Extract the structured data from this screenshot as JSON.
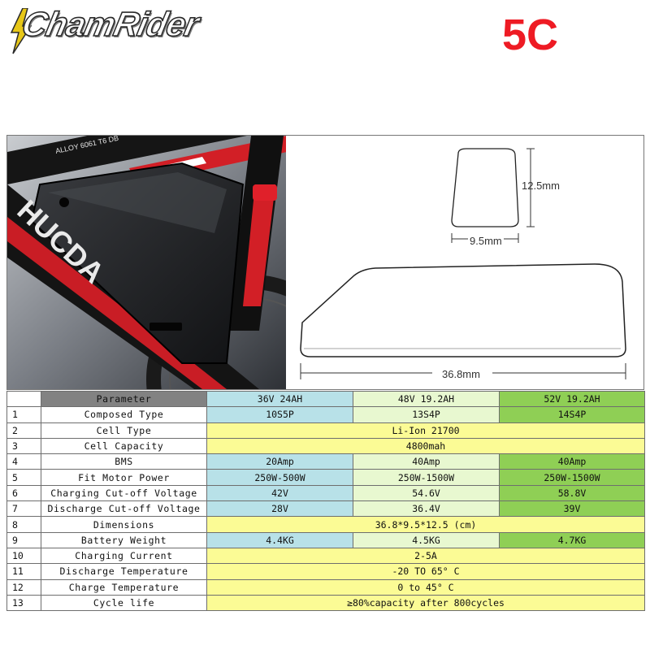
{
  "brand": {
    "logo_text": "ChamRider"
  },
  "badge": "5C",
  "dimensions": {
    "height": "12.5mm",
    "width": "9.5mm",
    "length": "36.8mm"
  },
  "colors": {
    "badge": "#ee1b24",
    "blue": "#b8e1e8",
    "light_green": "#e8f8d0",
    "green": "#8fcf55",
    "yellow": "#fbfb95",
    "header_gray": "#828282"
  },
  "table": {
    "header": {
      "param": "Parameter",
      "c1": "36V 24AH",
      "c2": "48V 19.2AH",
      "c3": "52V 19.2AH"
    },
    "rows": [
      {
        "num": "1",
        "param": "Composed Type",
        "c1": "10S5P",
        "c2": "13S4P",
        "c3": "14S4P"
      },
      {
        "num": "2",
        "param": "Cell Type",
        "all": "Li-Ion 21700"
      },
      {
        "num": "3",
        "param": "Cell Capacity",
        "all": "4800mah"
      },
      {
        "num": "4",
        "param": "BMS",
        "c1": "20Amp",
        "c2": "40Amp",
        "c3": "40Amp"
      },
      {
        "num": "5",
        "param": "Fit Motor Power",
        "c1": "250W-500W",
        "c2": "250W-1500W",
        "c3": "250W-1500W"
      },
      {
        "num": "6",
        "param": "Charging Cut-off Voltage",
        "c1": "42V",
        "c2": "54.6V",
        "c3": "58.8V"
      },
      {
        "num": "7",
        "param": "Discharge Cut-off Voltage",
        "c1": "28V",
        "c2": "36.4V",
        "c3": "39V"
      },
      {
        "num": "8",
        "param": "Dimensions",
        "all": "36.8*9.5*12.5 (cm)"
      },
      {
        "num": "9",
        "param": "Battery Weight",
        "c1": "4.4KG",
        "c2": "4.5KG",
        "c3": "4.7KG"
      },
      {
        "num": "10",
        "param": "Charging Current",
        "all": "2-5A"
      },
      {
        "num": "11",
        "param": "Discharge Temperature",
        "all": "-20 TO 65° C"
      },
      {
        "num": "12",
        "param": "Charge Temperature",
        "all": "0 to 45° C"
      },
      {
        "num": "13",
        "param": "Cycle life",
        "all": "≥80%capacity after 800cycles"
      }
    ]
  }
}
